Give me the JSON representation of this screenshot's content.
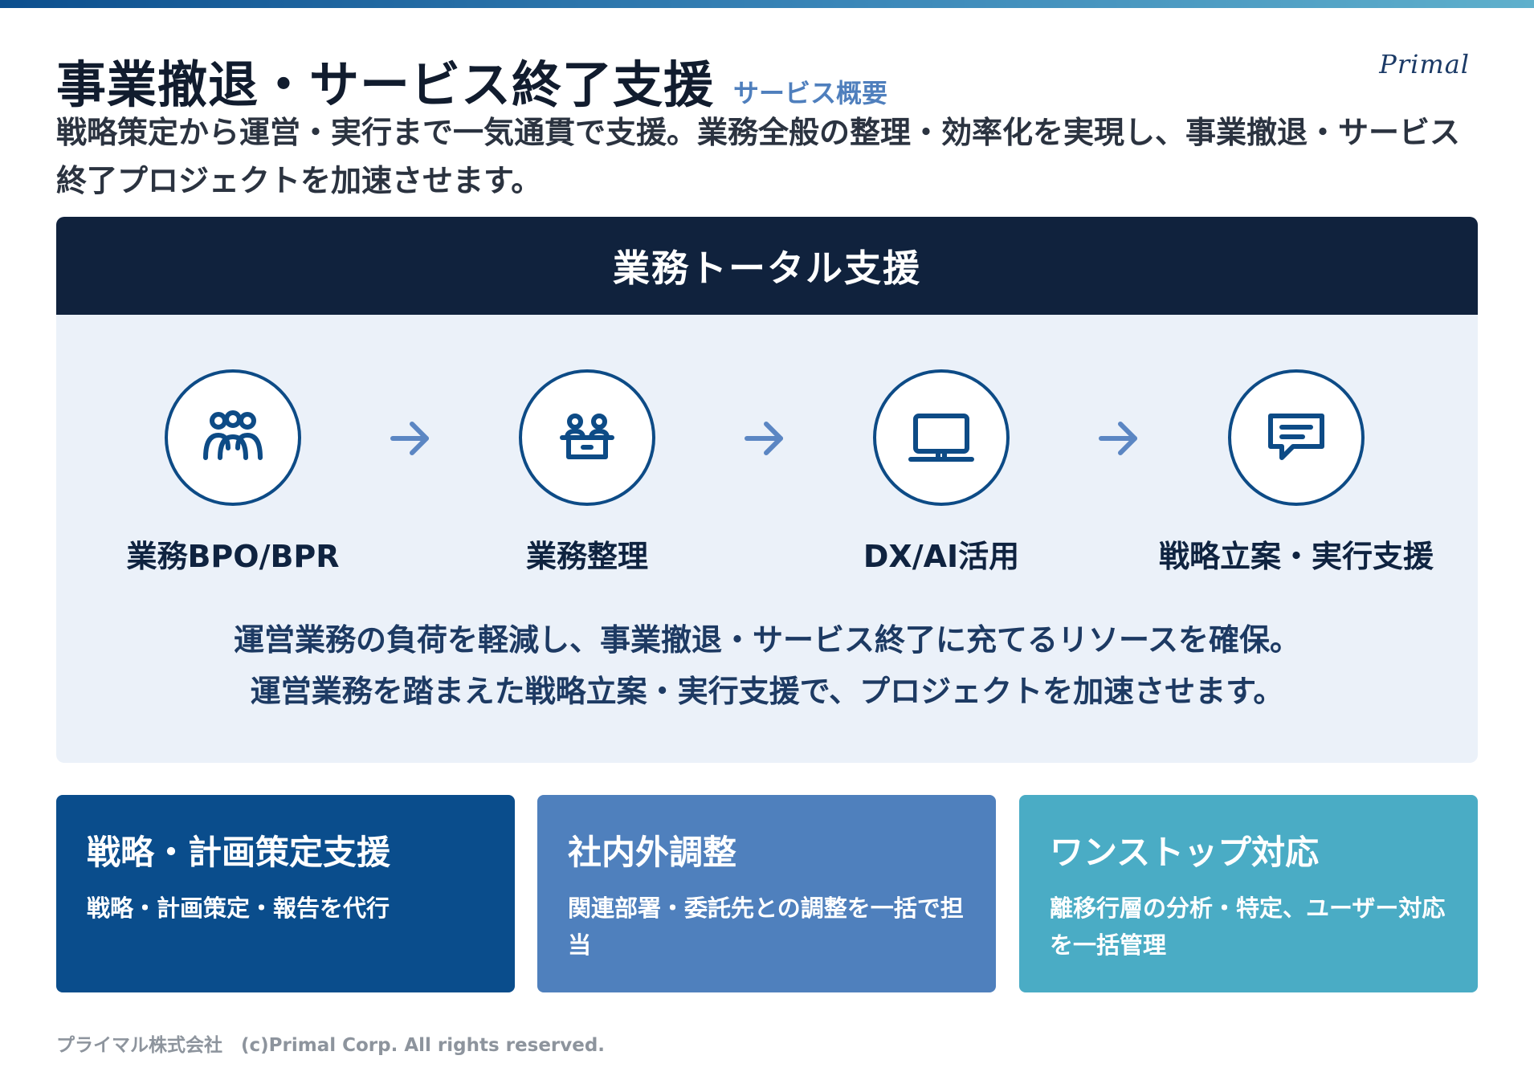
{
  "header": {
    "title": "事業撤退・サービス終了支援",
    "subtitle_tag": "サービス概要",
    "logo": "Primal"
  },
  "lead": "戦略策定から運営・実行まで一気通貫で支援。業務全般の整理・効率化を実現し、事業撤退・サービス終了プロジェクトを加速させます。",
  "panel": {
    "title": "業務トータル支援",
    "steps": [
      {
        "label": "業務BPO/BPR",
        "icon": "people-group-icon"
      },
      {
        "label": "業務整理",
        "icon": "meeting-table-icon"
      },
      {
        "label": "DX/AI活用",
        "icon": "laptop-icon"
      },
      {
        "label": "戦略立案・実行支援",
        "icon": "chat-bubble-icon"
      }
    ],
    "summary_lines": [
      "運営業務の負荷を軽減し、事業撤退・サービス終了に充てるリソースを確保。",
      "運営業務を踏まえた戦略立案・実行支援で、プロジェクトを加速させます。"
    ]
  },
  "cards": [
    {
      "title": "戦略・計画策定支援",
      "text": "戦略・計画策定・報告を代行",
      "color": "#0a4d8c"
    },
    {
      "title": "社内外調整",
      "text": "関連部署・委託先との調整を一括で担当",
      "color": "#4f80bd"
    },
    {
      "title": "ワンストップ対応",
      "text": "離移行層の分析・特定、ユーザー対応を一括管理",
      "color": "#4aacc5"
    }
  ],
  "footer": "プライマル株式会社　(c)Primal Corp. All rights reserved.",
  "colors": {
    "navy": "#10223d",
    "accent": "#0d4b86",
    "arrow": "#5b86c3",
    "panel_bg": "#ebf1f9"
  }
}
